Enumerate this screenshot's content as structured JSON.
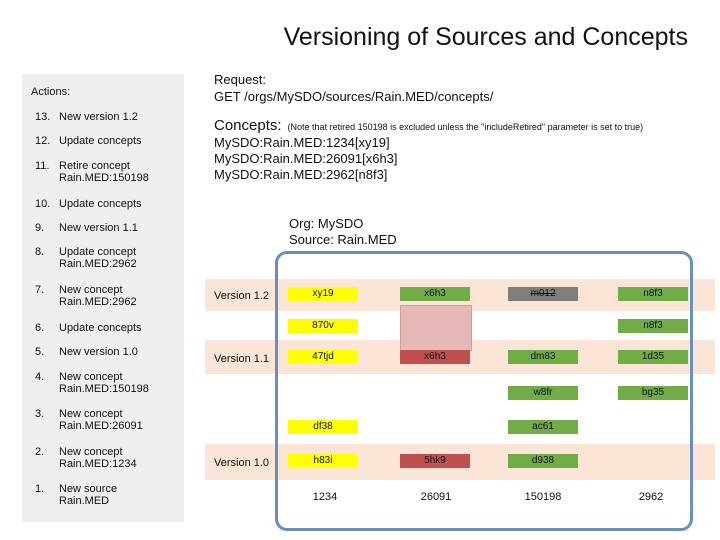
{
  "title": "Versioning of Sources and Concepts",
  "actions": {
    "heading": "Actions:",
    "items": [
      {
        "num": "13.",
        "lines": [
          "New version 1.2"
        ]
      },
      {
        "num": "12.",
        "lines": [
          "Update concepts"
        ]
      },
      {
        "num": "11.",
        "lines": [
          "Retire concept",
          "Rain.MED:150198"
        ]
      },
      {
        "num": "10.",
        "lines": [
          "Update concepts"
        ]
      },
      {
        "num": "9.",
        "lines": [
          "New version 1.1"
        ]
      },
      {
        "num": "8.",
        "lines": [
          "Update concept",
          "Rain.MED:2962"
        ]
      },
      {
        "num": "7.",
        "lines": [
          "New concept",
          "Rain.MED:2962"
        ]
      },
      {
        "num": "6.",
        "lines": [
          "Update concepts"
        ]
      },
      {
        "num": "5.",
        "lines": [
          "New version 1.0"
        ]
      },
      {
        "num": "4.",
        "lines": [
          "New concept",
          "Rain.MED:150198"
        ]
      },
      {
        "num": "3.",
        "lines": [
          "New concept",
          "Rain.MED:26091"
        ]
      },
      {
        "num": "2.",
        "lines": [
          "New concept",
          "Rain.MED:1234"
        ]
      },
      {
        "num": "1.",
        "lines": [
          "New source",
          "Rain.MED"
        ]
      }
    ]
  },
  "request": {
    "label": "Request:",
    "url": "GET /orgs/MySDO/sources/Rain.MED/concepts/"
  },
  "concepts": {
    "heading": "Concepts:",
    "note": "(Note that retired 150198 is excluded unless the \"includeRetired\" parameter is set to true)",
    "results": [
      "MySDO:Rain.MED:1234[xy19]",
      "MySDO:Rain.MED:26091[x6h3]",
      "MySDO:Rain.MED:2962[n8f3]"
    ]
  },
  "org": {
    "org_line": "Org: MySDO",
    "source_line": "Source: Rain.MED"
  },
  "versions": [
    "Version 1.2",
    "Version 1.1",
    "Version 1.0"
  ],
  "columns": [
    "1234",
    "26091",
    "150198",
    "2962"
  ],
  "chips": [
    {
      "name": "chip-xy19",
      "text": "xy19",
      "color": "#ffff00",
      "kind": "yellow"
    },
    {
      "name": "chip-x6h3-v12",
      "text": "x6h3",
      "color": "#70ad47",
      "kind": "green"
    },
    {
      "name": "chip-m012-retired",
      "text": "m012",
      "color": "#7f7f7f",
      "kind": "retired"
    },
    {
      "name": "chip-n8f3-v12",
      "text": "n8f3",
      "color": "#70ad47",
      "kind": "green"
    },
    {
      "name": "chip-870v",
      "text": "870v",
      "color": "#ffff00",
      "kind": "yellow"
    },
    {
      "name": "chip-n8f3-2",
      "text": "n8f3",
      "color": "#70ad47",
      "kind": "green"
    },
    {
      "name": "chip-47tjd",
      "text": "47tjd",
      "color": "#ffff00",
      "kind": "yellow"
    },
    {
      "name": "chip-x6h3-v11",
      "text": "x6h3",
      "color": "#c0504d",
      "kind": "red"
    },
    {
      "name": "chip-dm83",
      "text": "dm83",
      "color": "#70ad47",
      "kind": "green"
    },
    {
      "name": "chip-1d35",
      "text": "1d35",
      "color": "#70ad47",
      "kind": "green"
    },
    {
      "name": "chip-w8fr",
      "text": "w8fr",
      "color": "#70ad47",
      "kind": "green"
    },
    {
      "name": "chip-bg35",
      "text": "bg35",
      "color": "#70ad47",
      "kind": "green"
    },
    {
      "name": "chip-df38",
      "text": "df38",
      "color": "#ffff00",
      "kind": "yellow"
    },
    {
      "name": "chip-ac61",
      "text": "ac61",
      "color": "#70ad47",
      "kind": "green"
    },
    {
      "name": "chip-h83i",
      "text": "h83i",
      "color": "#ffff00",
      "kind": "yellow"
    },
    {
      "name": "chip-5hk9",
      "text": "5hk9",
      "color": "#c0504d",
      "kind": "red"
    },
    {
      "name": "chip-d938",
      "text": "d938",
      "color": "#70ad47",
      "kind": "green"
    }
  ]
}
